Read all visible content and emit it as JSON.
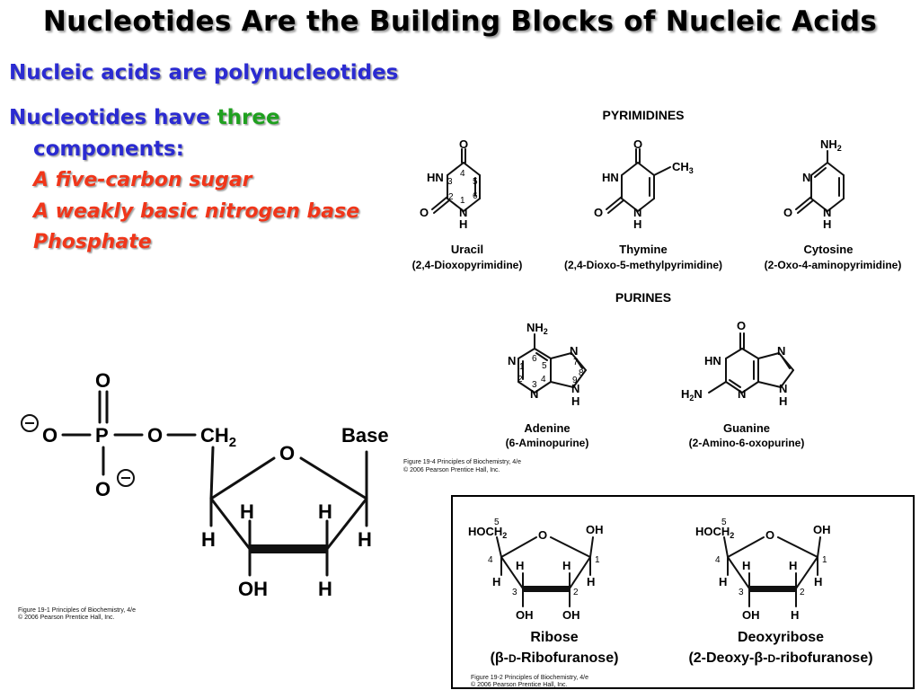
{
  "title": "Nucleotides Are the Building Blocks of Nucleic Acids",
  "bullets": {
    "b1": "Nucleic acids are polynucleotides",
    "b2_pre": "Nucleotides have ",
    "b2_highlight": "three",
    "b2_post": "components:",
    "sub1": "A five-carbon sugar",
    "sub2": "A weakly basic nitrogen base",
    "sub3": "Phosphate"
  },
  "colors": {
    "bullet": "#2b2bd1",
    "highlight": "#1fa01f",
    "sub": "#f0361a"
  },
  "pyrimidines": {
    "heading": "PYRIMIDINES",
    "uracil": {
      "name": "Uracil",
      "desc": "(2,4-Dioxopyrimidine)"
    },
    "thymine": {
      "name": "Thymine",
      "desc": "(2,4-Dioxo-5-methylpyrimidine)"
    },
    "cytosine": {
      "name": "Cytosine",
      "desc": "(2-Oxo-4-aminopyrimidine)"
    }
  },
  "purines": {
    "heading": "PURINES",
    "adenine": {
      "name": "Adenine",
      "desc": "(6-Aminopurine)"
    },
    "guanine": {
      "name": "Guanine",
      "desc": "(2-Amino-6-oxopurine)"
    }
  },
  "atoms": {
    "O": "O",
    "N": "N",
    "H": "H",
    "HN": "HN",
    "P": "P",
    "NH2": "NH",
    "sub2": "2",
    "CH3": "CH",
    "sub3": "3",
    "H2N": "H",
    "N_after": "N",
    "CH2": "CH",
    "HOCH2": "HOCH",
    "OH": "OH",
    "Base": "Base"
  },
  "numbers": {
    "n1": "1",
    "n2": "2",
    "n3": "3",
    "n4": "4",
    "n5": "5",
    "n6": "6",
    "n7": "7",
    "n8": "8",
    "n9": "9"
  },
  "sugars": {
    "ribose": {
      "name": "Ribose",
      "desc_pre": "(β-",
      "desc_small": "D",
      "desc_post": "-Ribofuranose)"
    },
    "deoxyribose": {
      "name": "Deoxyribose",
      "desc_pre": "(2-Deoxy-β-",
      "desc_small": "D",
      "desc_post": "-ribofuranose)"
    }
  },
  "captions": {
    "fig194_line1": "Figure 19-4  Principles of Biochemistry, 4/e",
    "fig194_line2": "© 2006 Pearson Prentice Hall, Inc.",
    "fig191_line1": "Figure 19-1  Principles of Biochemistry, 4/e",
    "fig191_line2": "© 2006 Pearson Prentice Hall, Inc.",
    "fig192_line1": "Figure 19-2  Principles of Biochemistry, 4/e",
    "fig192_line2": "© 2006 Pearson Prentice Hall, Inc."
  }
}
